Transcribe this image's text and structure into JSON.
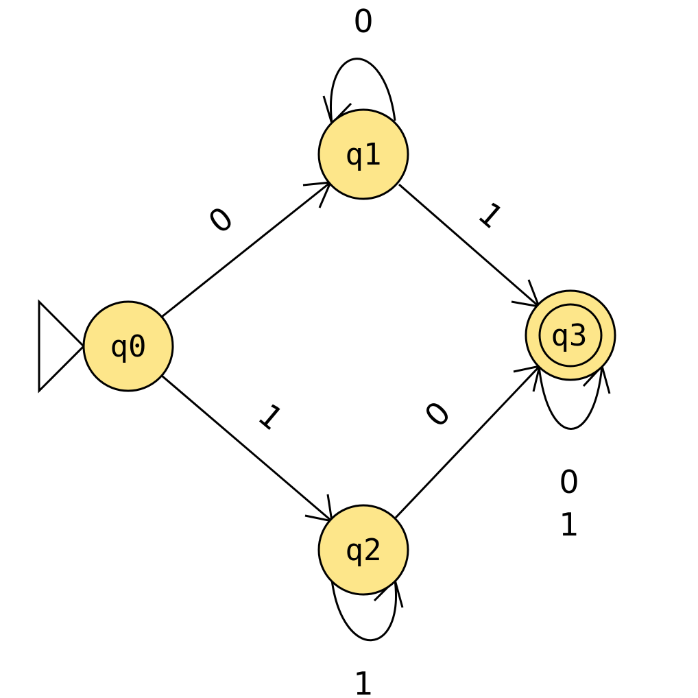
{
  "diagram": {
    "type": "finite-automaton",
    "start_state": "q0",
    "accept_states": [
      "q3"
    ],
    "states": [
      {
        "id": "q0",
        "label": "q0"
      },
      {
        "id": "q1",
        "label": "q1"
      },
      {
        "id": "q2",
        "label": "q2"
      },
      {
        "id": "q3",
        "label": "q3"
      }
    ],
    "transitions": [
      {
        "from": "q0",
        "to": "q1",
        "label": "0"
      },
      {
        "from": "q0",
        "to": "q2",
        "label": "1"
      },
      {
        "from": "q1",
        "to": "q3",
        "label": "1"
      },
      {
        "from": "q2",
        "to": "q3",
        "label": "0"
      },
      {
        "from": "q1",
        "to": "q1",
        "label": "0"
      },
      {
        "from": "q2",
        "to": "q2",
        "label": "1"
      },
      {
        "from": "q3",
        "to": "q3",
        "label_lines": [
          "0",
          "1"
        ]
      }
    ],
    "colors": {
      "state_fill": "#fde68a",
      "stroke": "#000000"
    }
  }
}
